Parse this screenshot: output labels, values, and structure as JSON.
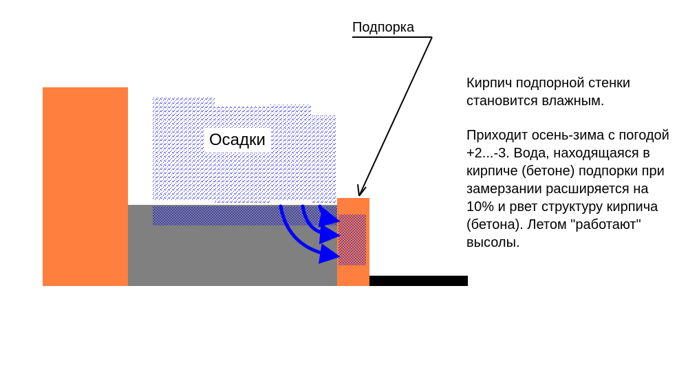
{
  "diagram": {
    "labels": {
      "precipitation": "Осадки",
      "prop": "Подпорка"
    },
    "description": {
      "paragraph_1": "Кирпич подпорной стенки становится влажным.",
      "paragraph_2": "Приходит осень-зима с погодой +2...-3. Вода, находящаяся в кирпиче (бетоне) подпорки при замерзании расширяется на 10% и рвет структуру кирпича (бетона). Летом \"работают\" высолы."
    },
    "colors": {
      "brick": "#ff7f3f",
      "soil": "#808080",
      "water": "#0000ff",
      "base": "#000000"
    }
  }
}
